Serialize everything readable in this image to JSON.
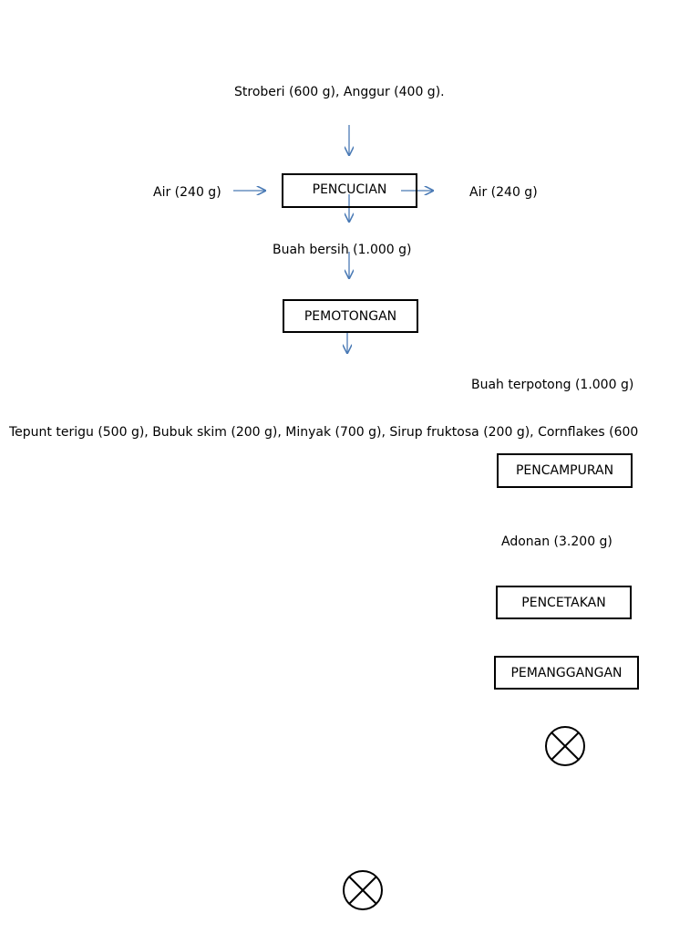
{
  "inputs": {
    "fruit": "Stroberi (600 g), Anggur (400 g).",
    "water_in": "Air (240 g)",
    "water_out": "Air (240 g)",
    "ingredients": "Tepunt terigu (500 g), Bubuk skim (200 g), Minyak (700 g), Sirup fruktosa (200 g), Cornflakes (600"
  },
  "intermediates": {
    "clean_fruit": "Buah bersih (1.000 g)",
    "cut_fruit": "Buah terpotong (1.000 g)",
    "dough": "Adonan (3.200 g)"
  },
  "processes": {
    "washing": "PENCUCIAN",
    "cutting": "PEMOTONGAN",
    "mixing": "PENCAMPURAN",
    "molding": "PENCETAKAN",
    "baking": "PEMANGGANGAN"
  },
  "colors": {
    "arrow": "#4a7ab5",
    "box_border": "#000000"
  },
  "symbols": [
    "crossed-circle-icon",
    "crossed-circle-icon"
  ]
}
